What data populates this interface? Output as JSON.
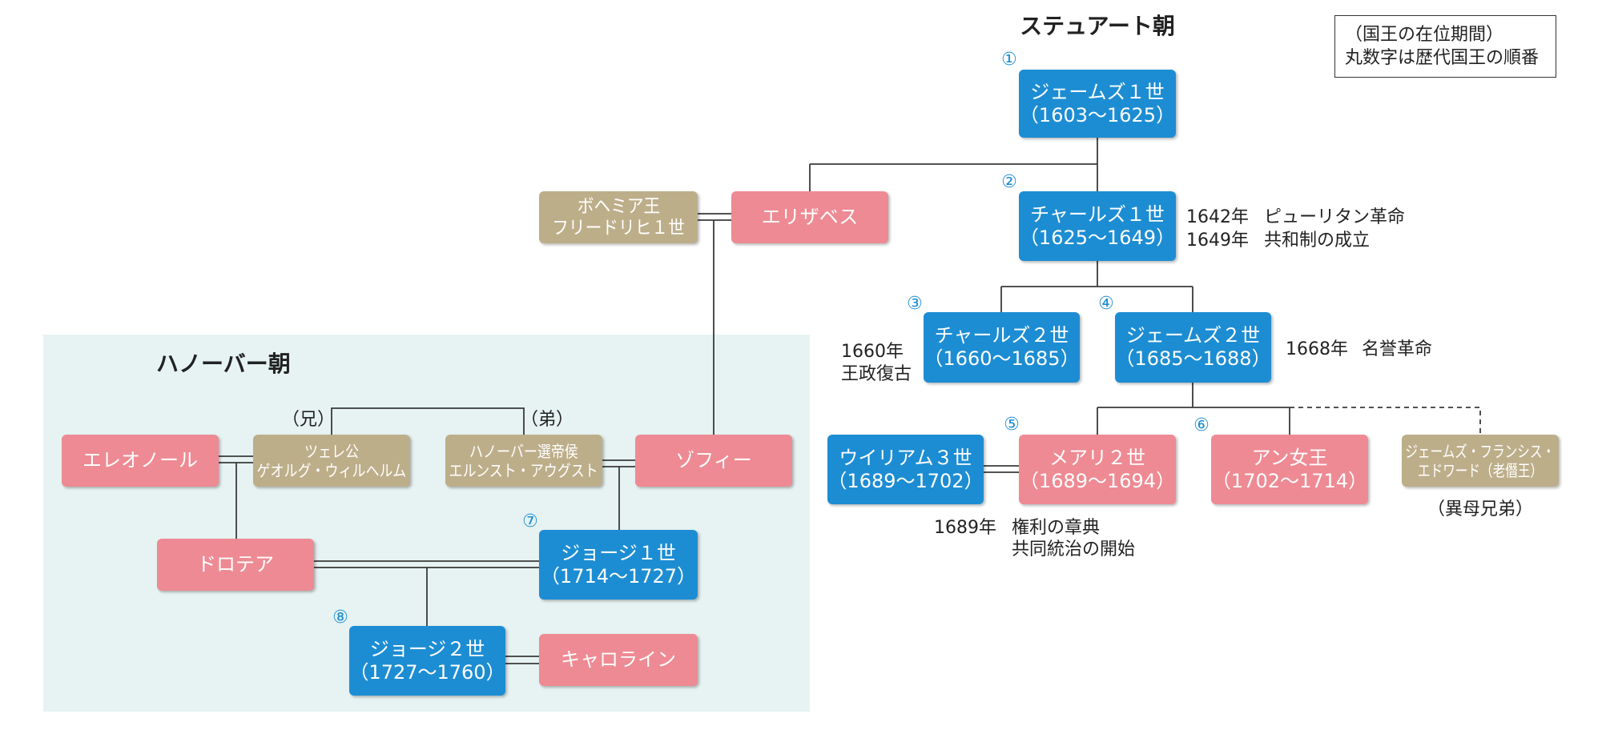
{
  "titles": {
    "stuart": "ステュアート朝",
    "hanover": "ハノーバー朝"
  },
  "legend": {
    "line1": "（国王の在位期間）",
    "line2": "丸数字は歴代国王の順番"
  },
  "colors": {
    "monarch": "#1d8dd3",
    "female": "#ee8a93",
    "male": "#bdae8a",
    "hanover_background": "#e6f3f2",
    "order_number": "#1d8dd3"
  },
  "people": {
    "james1": {
      "order": "①",
      "name": "ジェームズ１世",
      "reign": "（1603〜1625）"
    },
    "charles1": {
      "order": "②",
      "name": "チャールズ１世",
      "reign": "（1625〜1649）"
    },
    "charles2": {
      "order": "③",
      "name": "チャールズ２世",
      "reign": "（1660〜1685）"
    },
    "james2": {
      "order": "④",
      "name": "ジェームズ２世",
      "reign": "（1685〜1688）"
    },
    "mary2": {
      "order": "⑤",
      "name": "メアリ２世",
      "reign": "（1689〜1694）"
    },
    "anne": {
      "order": "⑥",
      "name": "アン女王",
      "reign": "（1702〜1714）"
    },
    "george1": {
      "order": "⑦",
      "name": "ジョージ１世",
      "reign": "（1714〜1727）"
    },
    "george2": {
      "order": "⑧",
      "name": "ジョージ２世",
      "reign": "（1727〜1760）"
    },
    "william3": {
      "name": "ウイリアム３世",
      "reign": "（1689〜1702）"
    },
    "elizabeth": {
      "name": "エリザベス"
    },
    "frederick": {
      "line1": "ボヘミア王",
      "line2": "フリードリヒ１世"
    },
    "sophia": {
      "name": "ゾフィー"
    },
    "ernst_august": {
      "line1": "ハノーバー選帝侯",
      "line2": "エルンスト・アウグスト"
    },
    "georg_wilhelm": {
      "line1": "ツェレ公",
      "line2": "ゲオルグ・ウィルヘルム"
    },
    "eleonore": {
      "name": "エレオノール"
    },
    "dorothea": {
      "name": "ドロテア"
    },
    "caroline": {
      "name": "キャロライン"
    },
    "james_francis": {
      "line1": "ジェームズ・フランシス・",
      "line2": "エドワード（老僭王）"
    }
  },
  "relations": {
    "elder": "（兄）",
    "younger": "（弟）",
    "half_brothers": "（異母兄弟）"
  },
  "events": {
    "charles1": [
      {
        "year": "1642年",
        "text": "ピューリタン革命"
      },
      {
        "year": "1649年",
        "text": "共和制の成立"
      }
    ],
    "charles2": {
      "year": "1660年",
      "text": "王政復古"
    },
    "james2": {
      "year": "1668年",
      "text": "名誉革命"
    },
    "william_mary": {
      "year": "1689年",
      "text": "権利の章典",
      "text2": "共同統治の開始"
    }
  }
}
